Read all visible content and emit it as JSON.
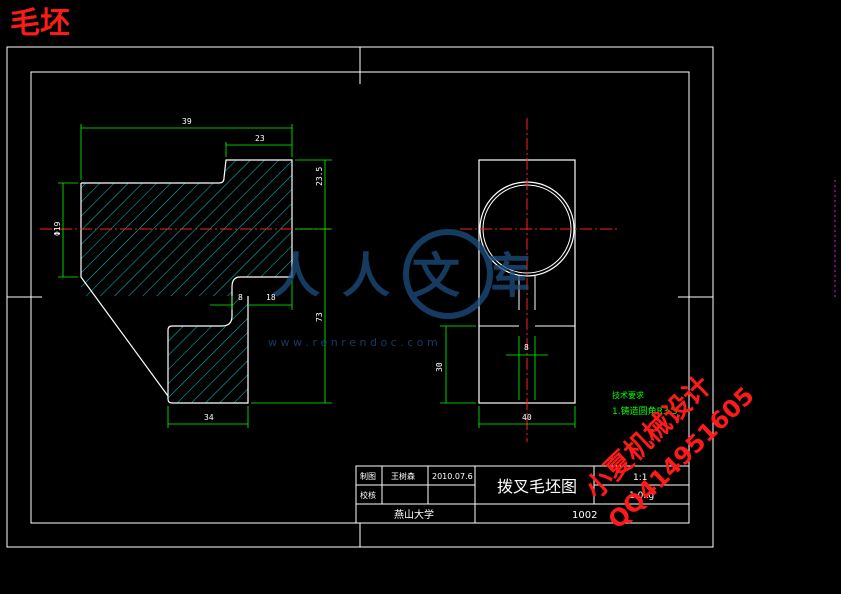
{
  "header": {
    "title": "毛坯",
    "title_color": "#ff1a1a"
  },
  "left_view": {
    "dims": {
      "top_overall": "39",
      "top_step": "23",
      "right_upper": "23.5",
      "left_height": "Φ19",
      "mid_gap": "8",
      "mid_width": "18",
      "right_lower": "73",
      "bottom": "34"
    }
  },
  "right_view": {
    "dims": {
      "slot": "8",
      "left_height": "30",
      "bottom": "40"
    },
    "note_line1": "技术要求",
    "note_line2": "1.铸造圆角R3-5"
  },
  "title_block": {
    "drawn_label": "制图",
    "drawn_name": "王树森",
    "drawn_date": "2010.07.6",
    "checked_label": "校核",
    "drawing_title": "拨叉毛坯图",
    "scale": "1:1",
    "weight": "1.0kg",
    "school": "燕山大学",
    "drawing_no": "1002"
  },
  "watermark": {
    "site_name": "人人文库",
    "site_url": "w w w . r e n r e n d o c . c o m",
    "promo_line1": "小夏机械设计",
    "promo_line2": "QQ414951605"
  },
  "colors": {
    "outline": "#ffffff",
    "dimension": "#00ff00",
    "hatch": "#00ffff",
    "centerline": "#ff2020",
    "watermark_blue": "#1e4f80"
  }
}
